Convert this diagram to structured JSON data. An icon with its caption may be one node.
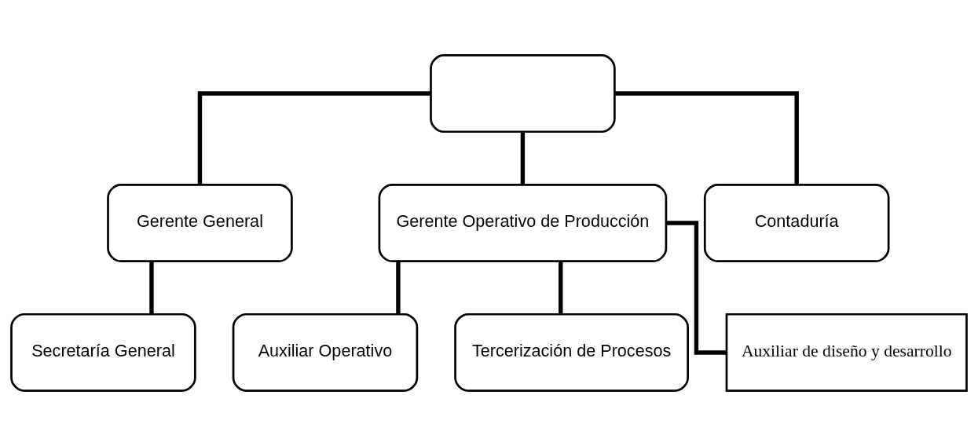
{
  "diagram": {
    "nodes": [
      {
        "text": [],
        "shape": "box"
      },
      {
        "text": [
          "Gerente General"
        ]
      },
      {
        "text": [
          "Gerente Operativo de Producción"
        ]
      },
      {
        "text": [
          "Contaduría"
        ]
      },
      {
        "text": [
          "Secretaría General"
        ]
      },
      {
        "text": [
          "Auxiliar Operativo"
        ]
      },
      {
        "text": [
          "Tercerización de Procesos"
        ]
      },
      {
        "text": [
          "Auxiliar de diseño y desarrollo"
        ]
      }
    ],
    "edges": [
      {
        "from": 0,
        "to": 1,
        "arrow": "none"
      },
      {
        "from": 0,
        "to": 2,
        "arrow": "none"
      },
      {
        "from": 0,
        "to": 3,
        "arrow": "none"
      },
      {
        "from": 1,
        "to": 4,
        "arrow": "none"
      },
      {
        "from": 2,
        "to": 5,
        "arrow": "none"
      },
      {
        "from": 2,
        "to": 6,
        "arrow": "none"
      },
      {
        "from": 2,
        "to": 7,
        "arrow": "none"
      }
    ]
  }
}
